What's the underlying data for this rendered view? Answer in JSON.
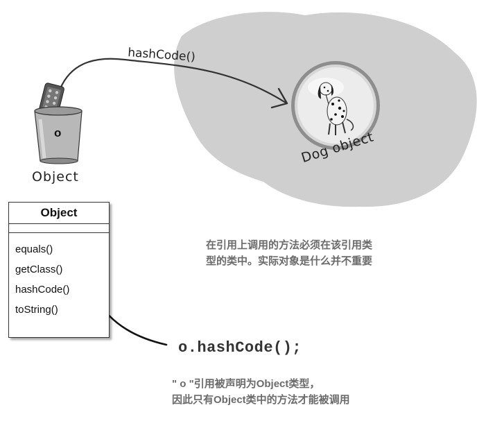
{
  "diagram": {
    "method_call_label": "hashCode()",
    "reference_label": "Object",
    "reference_var_letter": "o",
    "object_label": "Dog object"
  },
  "uml_class": {
    "name": "Object",
    "methods": [
      "equals()",
      "getClass()",
      "hashCode()",
      "toString()"
    ]
  },
  "code_line": "o.hashCode();",
  "notes": {
    "rule_line1": "在引用上调用的方法必须在该引用类",
    "rule_line2": "型的类中。实际对象是什么并不重要",
    "explain_line1": "\" o \"引用被声明为Object类型，",
    "explain_line2": "因此只有Object类中的方法才能被调用"
  },
  "colors": {
    "heap": "#cfcfcf",
    "note_text": "#6b6b6b",
    "line": "#333333"
  }
}
